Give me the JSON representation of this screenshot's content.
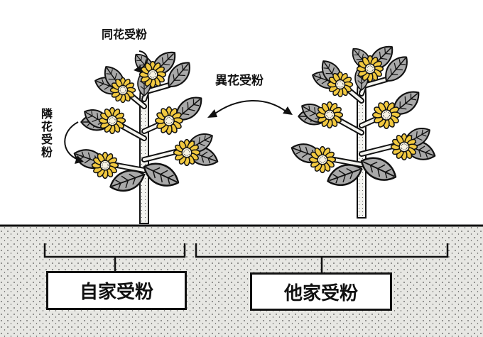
{
  "labels": {
    "same_flower": "同花受粉",
    "adjacent_flower": "隣花受粉",
    "cross_flower": "異花受粉"
  },
  "boxes": {
    "self_pollination": "自家受粉",
    "cross_pollination": "他家受粉"
  },
  "colors": {
    "petal": "#f2c940",
    "leaf": "#a9a9a9",
    "ground": "#e5e5e1",
    "line": "#111111"
  },
  "icons": [
    "curved-arrow-icon",
    "double-arrow-icon",
    "sunflower-plant-icon",
    "bracket-icon"
  ]
}
